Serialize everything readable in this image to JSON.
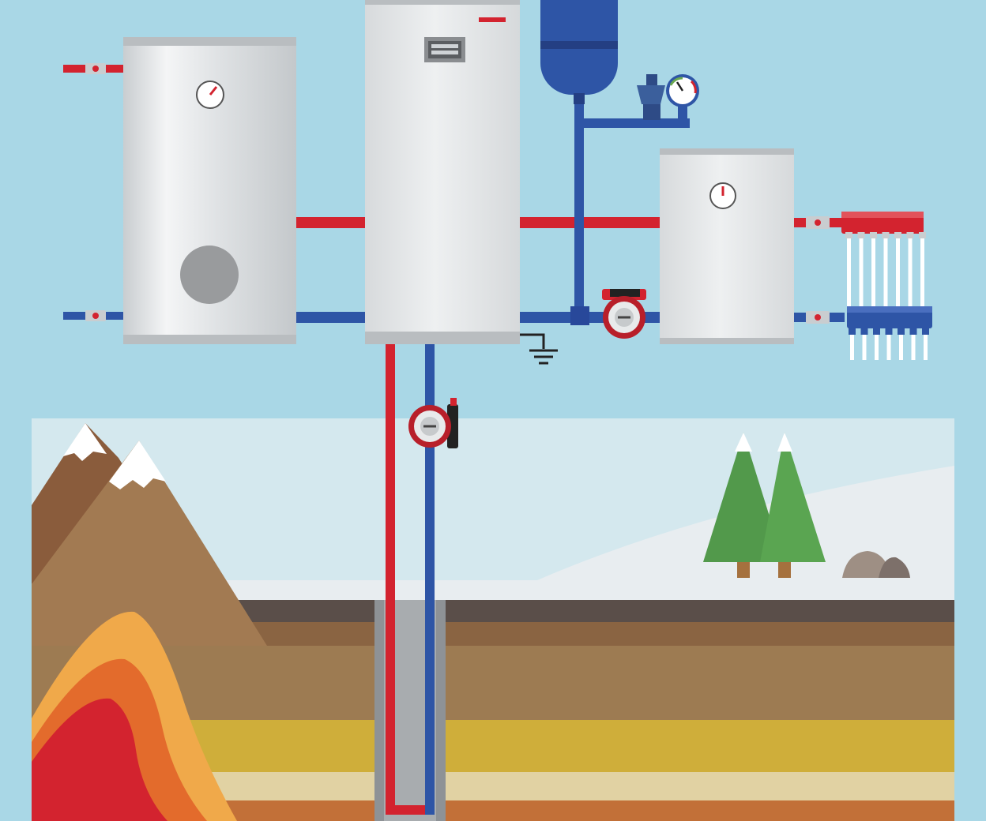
{
  "diagram": {
    "subject": "geothermal-heat-pump-system",
    "colors": {
      "sky": "#a9d7e6",
      "hot_pipe": "#d3232f",
      "cold_pipe": "#2e55a6",
      "tank_silver": "#dcdfe1",
      "snow": "#e8edf0",
      "mountain_dark": "#8a5c3c",
      "mountain_light": "#a27a52",
      "tree_green": "#5aa551",
      "magma_red": "#d3232f",
      "magma_orange": "#e36b2c",
      "magma_yellow": "#f0a94a",
      "layer_topsoil": "#5a4e49",
      "layer_brown": "#8a6442",
      "layer_clay": "#9d7b52",
      "layer_sand": "#cfae3a",
      "layer_pale": "#e1d2a3",
      "layer_deep": "#c27038",
      "borehole": "#8e9296"
    },
    "components": [
      {
        "id": "storage-tank-left",
        "icon": "tank-with-gauge-and-heater"
      },
      {
        "id": "heat-pump-unit",
        "icon": "cabinet-with-display"
      },
      {
        "id": "expansion-vessel",
        "icon": "blue-pressure-vessel"
      },
      {
        "id": "pressure-gauge",
        "icon": "dial-gauge"
      },
      {
        "id": "air-vent-valve",
        "icon": "valve"
      },
      {
        "id": "buffer-tank-right",
        "icon": "tank-with-gauge"
      },
      {
        "id": "circulation-pump-top",
        "icon": "pump"
      },
      {
        "id": "circulation-pump-ground",
        "icon": "pump"
      },
      {
        "id": "ground-symbol",
        "icon": "earth-ground"
      },
      {
        "id": "manifold-supply",
        "icon": "red-manifold"
      },
      {
        "id": "manifold-return",
        "icon": "blue-manifold"
      },
      {
        "id": "ground-loop",
        "icon": "borehole-u-loop"
      }
    ]
  }
}
